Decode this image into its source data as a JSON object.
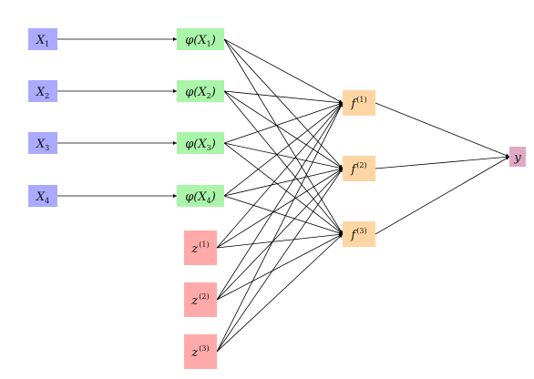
{
  "colors": {
    "input": "#aaaaff",
    "transform": "#aaf5aa",
    "latent": "#ffaaaa",
    "hidden": "#ffd5a4",
    "output": "#e0a8c4",
    "edge": "#000000"
  },
  "nodes": {
    "x1": {
      "base": "X",
      "sub": "1",
      "sup": "",
      "group": "input"
    },
    "x2": {
      "base": "X",
      "sub": "2",
      "sup": "",
      "group": "input"
    },
    "x3": {
      "base": "X",
      "sub": "3",
      "sup": "",
      "group": "input"
    },
    "x4": {
      "base": "X",
      "sub": "4",
      "sup": "",
      "group": "input"
    },
    "phi1": {
      "base": "φ(X",
      "sub": "1",
      "tail": ")",
      "sup": "",
      "group": "transform"
    },
    "phi2": {
      "base": "φ(X",
      "sub": "2",
      "tail": ")",
      "sup": "",
      "group": "transform"
    },
    "phi3": {
      "base": "φ(X",
      "sub": "3",
      "tail": ")",
      "sup": "",
      "group": "transform"
    },
    "phi4": {
      "base": "φ(X",
      "sub": "4",
      "tail": ")",
      "sup": "",
      "group": "transform"
    },
    "z1": {
      "base": "z",
      "sub": "",
      "sup": "(1)",
      "group": "latent"
    },
    "z2": {
      "base": "z",
      "sub": "",
      "sup": "(2)",
      "group": "latent"
    },
    "z3": {
      "base": "z",
      "sub": "",
      "sup": "(3)",
      "group": "latent"
    },
    "f1": {
      "base": "f",
      "sub": "",
      "sup": "(1)",
      "group": "hidden"
    },
    "f2": {
      "base": "f",
      "sub": "",
      "sup": "(2)",
      "group": "hidden"
    },
    "f3": {
      "base": "f",
      "sub": "",
      "sup": "(3)",
      "group": "hidden"
    },
    "y": {
      "base": "y",
      "sub": "",
      "sup": "",
      "group": "output"
    }
  },
  "edges": [
    [
      "x1",
      "phi1"
    ],
    [
      "x2",
      "phi2"
    ],
    [
      "x3",
      "phi3"
    ],
    [
      "x4",
      "phi4"
    ],
    [
      "phi1",
      "f1"
    ],
    [
      "phi1",
      "f2"
    ],
    [
      "phi1",
      "f3"
    ],
    [
      "phi2",
      "f1"
    ],
    [
      "phi2",
      "f2"
    ],
    [
      "phi2",
      "f3"
    ],
    [
      "phi3",
      "f1"
    ],
    [
      "phi3",
      "f2"
    ],
    [
      "phi3",
      "f3"
    ],
    [
      "phi4",
      "f1"
    ],
    [
      "phi4",
      "f2"
    ],
    [
      "phi4",
      "f3"
    ],
    [
      "z1",
      "f1"
    ],
    [
      "z1",
      "f2"
    ],
    [
      "z1",
      "f3"
    ],
    [
      "z2",
      "f1"
    ],
    [
      "z2",
      "f2"
    ],
    [
      "z2",
      "f3"
    ],
    [
      "z3",
      "f1"
    ],
    [
      "z3",
      "f2"
    ],
    [
      "z3",
      "f3"
    ],
    [
      "f1",
      "y"
    ],
    [
      "f2",
      "y"
    ],
    [
      "f3",
      "y"
    ]
  ]
}
